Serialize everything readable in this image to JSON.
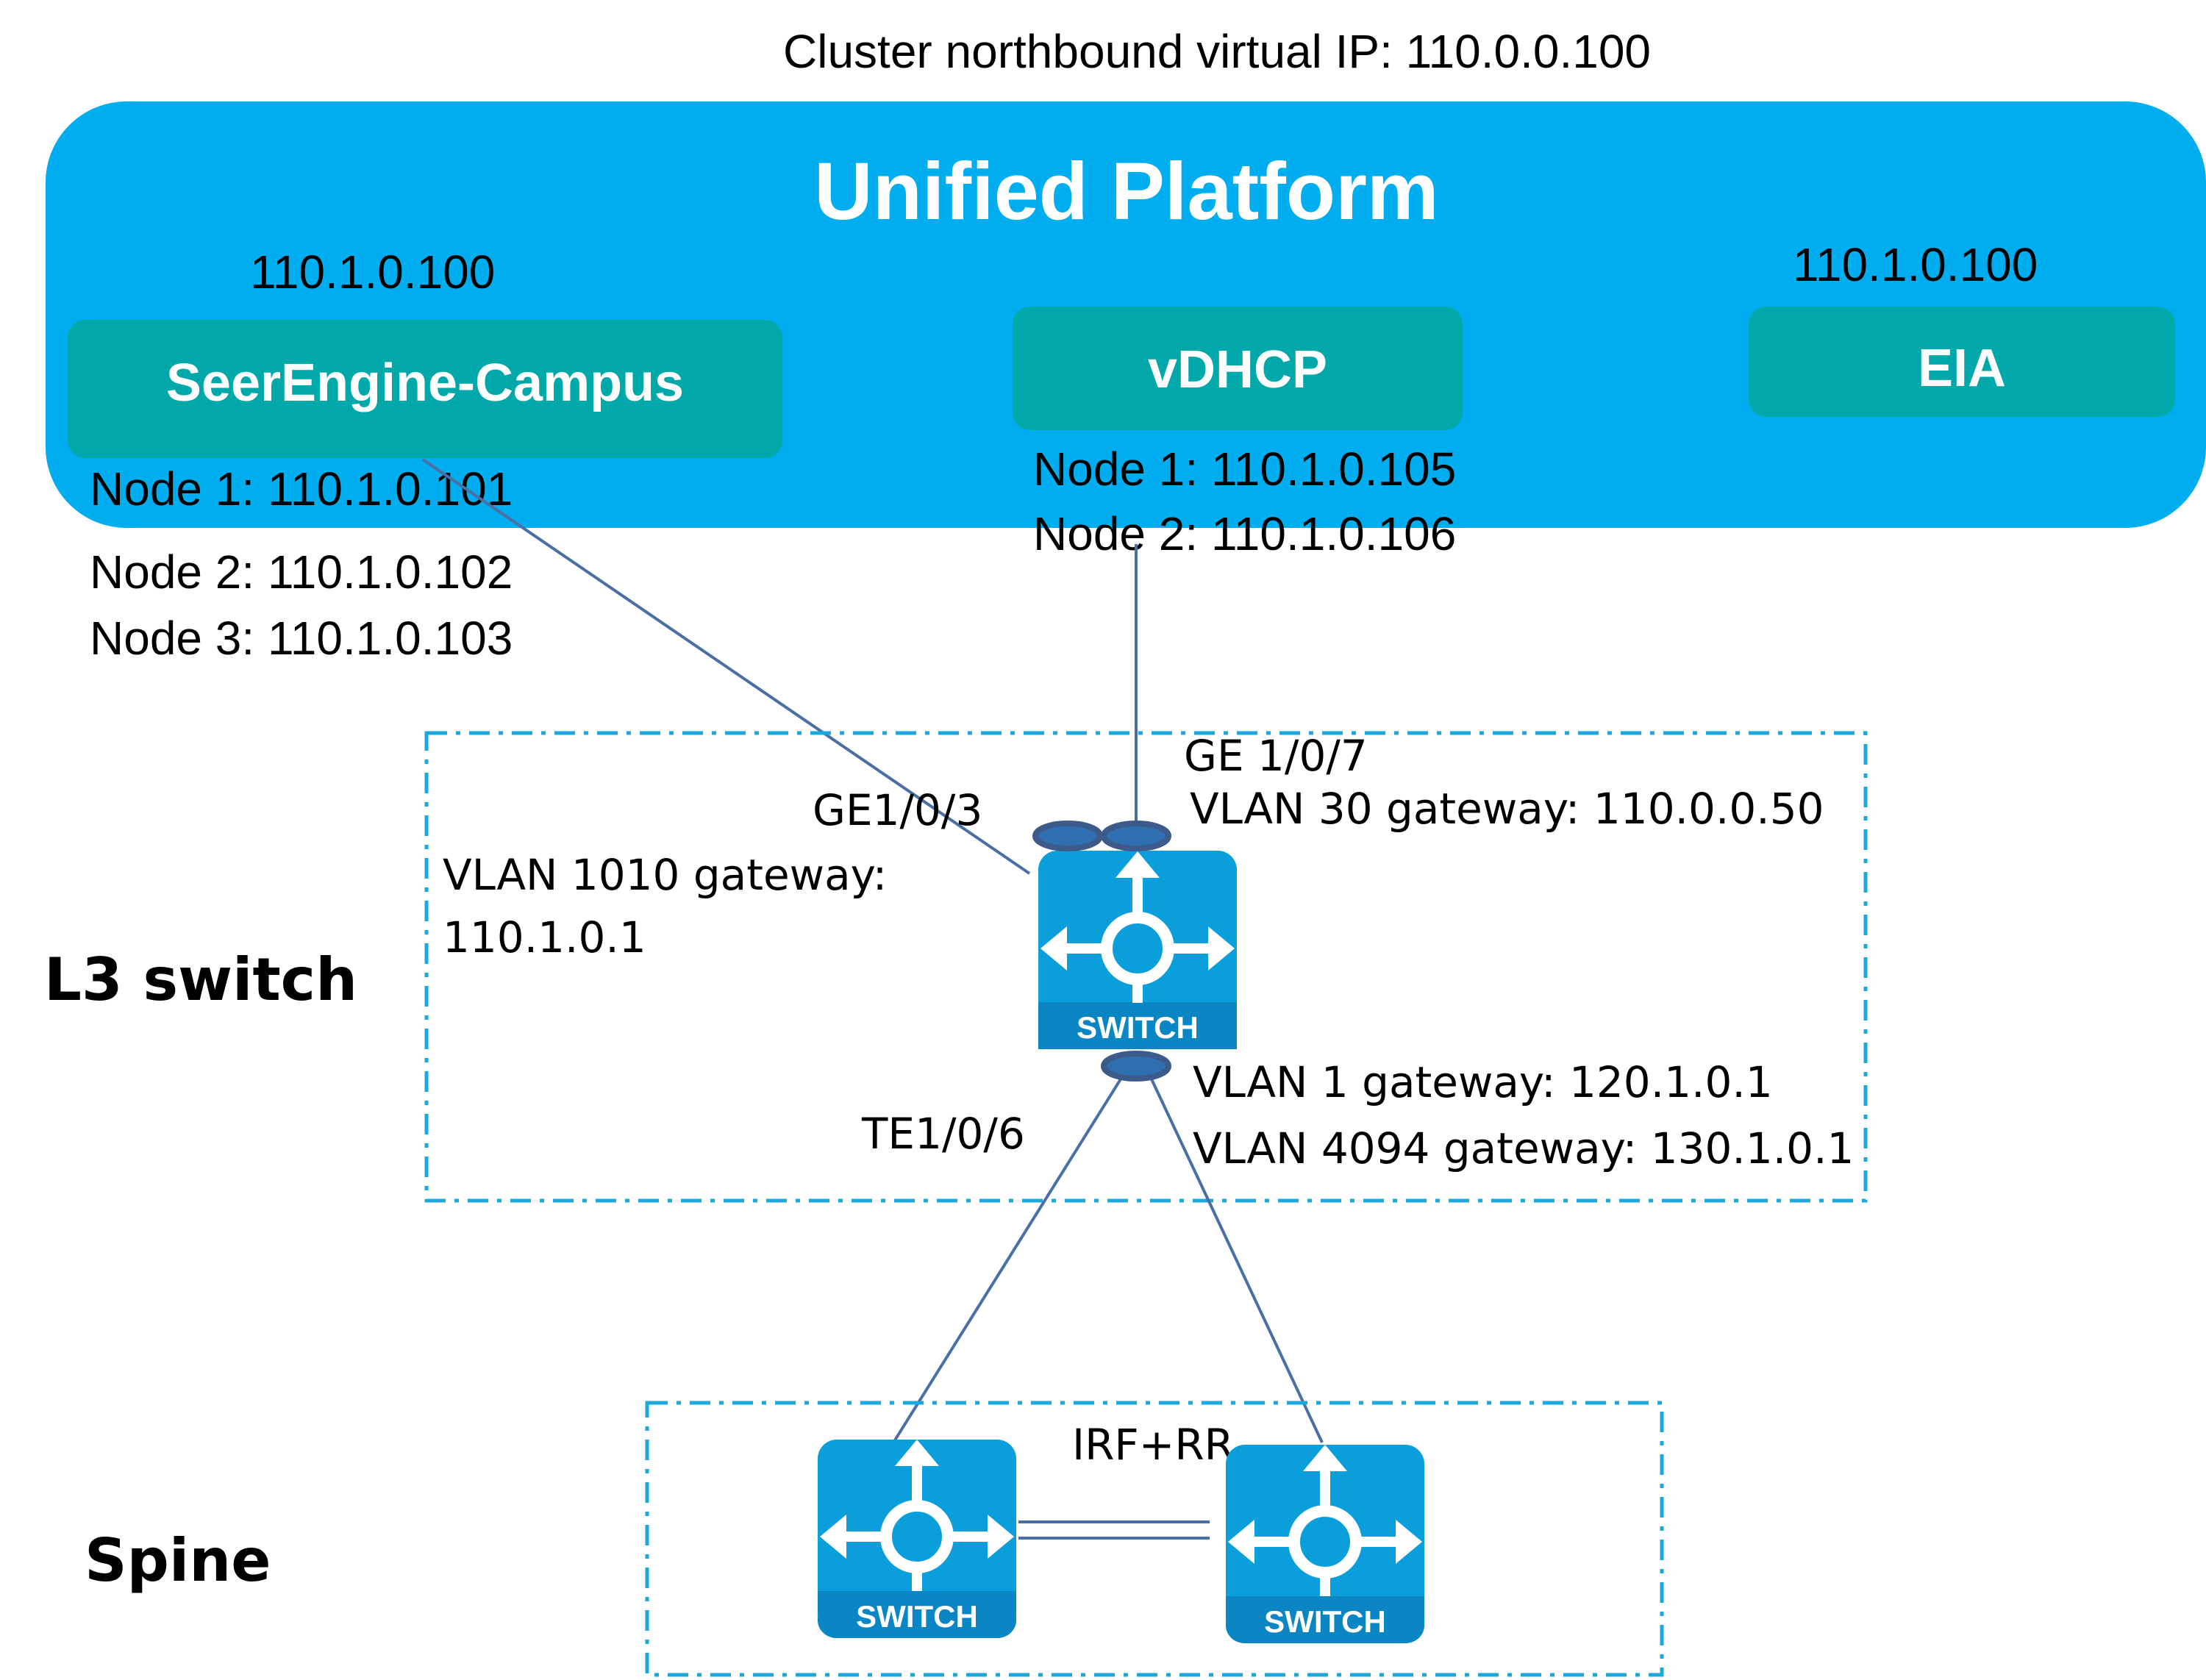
{
  "cluster_vip": "Cluster northbound virtual IP: 110.0.0.100",
  "platform": {
    "title": "Unified Platform",
    "modules": [
      {
        "label": "SeerEngine-Campus",
        "ip": "110.1.0.100",
        "nodes": [
          "Node 1: 110.1.0.101",
          "Node 2: 110.1.0.102",
          "Node 3: 110.1.0.103"
        ]
      },
      {
        "label": "vDHCP",
        "ip": "",
        "nodes": [
          "Node 1: 110.1.0.105",
          "Node 2: 110.1.0.106"
        ]
      },
      {
        "label": "EIA",
        "ip": "110.1.0.100",
        "nodes": []
      }
    ]
  },
  "l3_switch": {
    "section_label": "L3 switch",
    "switch_label": "SWITCH",
    "ports": {
      "ge103": "GE1/0/3",
      "ge107": "GE 1/0/7",
      "te106": "TE1/0/6"
    },
    "gateways": {
      "vlan30": "VLAN 30 gateway: 110.0.0.50",
      "vlan1010_line1": "VLAN 1010 gateway:",
      "vlan1010_line2": "110.1.0.1",
      "vlan1": "VLAN 1 gateway: 120.1.0.1",
      "vlan4094": "VLAN 4094 gateway: 130.1.0.1"
    }
  },
  "spine": {
    "section_label": "Spine",
    "irf_label": "IRF+RR",
    "switches": [
      {
        "label": "SWITCH"
      },
      {
        "label": "SWITCH"
      }
    ]
  },
  "colors": {
    "platform_bg": "#00AEEF",
    "module_bg": "#00A8AA",
    "switch_bg": "#0A9FDB",
    "link": "#4A6FA5",
    "dash": "#1CA8DD",
    "port": "#3C5A8A"
  }
}
